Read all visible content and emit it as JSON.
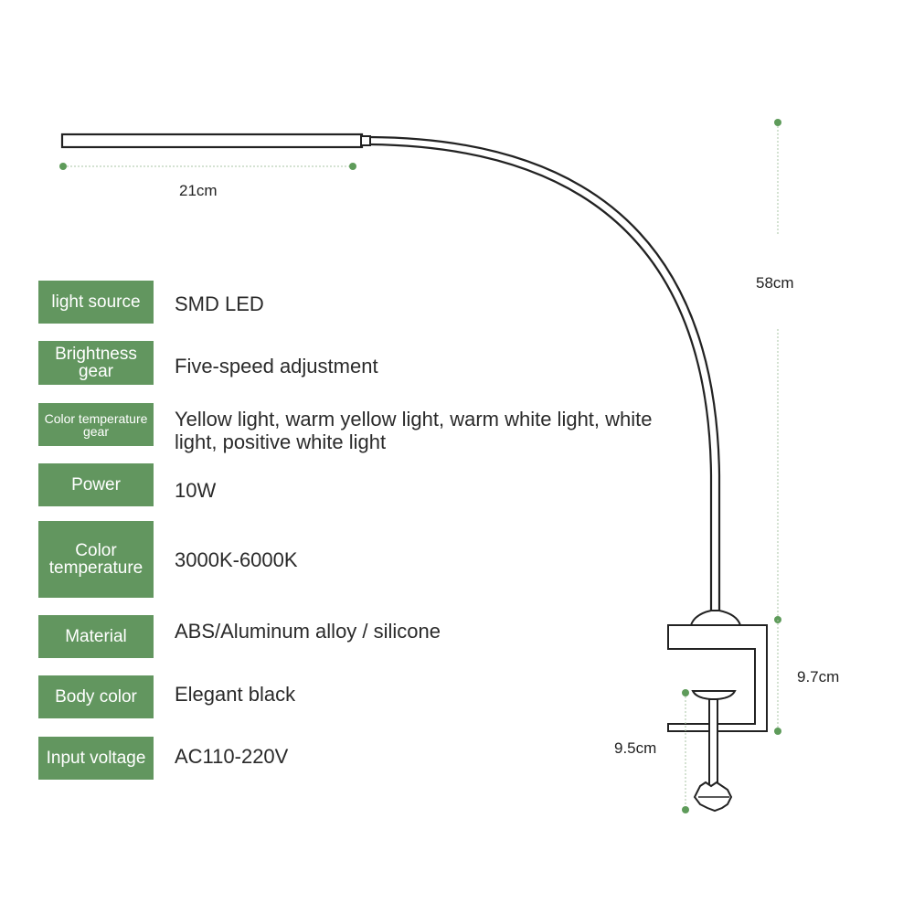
{
  "colors": {
    "label_bg": "#62965f",
    "dimension_dot": "#5e9b5a",
    "lamp_stroke": "#222222"
  },
  "dimensions": {
    "head_length": "21cm",
    "total_height": "58cm",
    "clamp_height": "9.7cm",
    "clamp_opening": "9.5cm"
  },
  "specs": [
    {
      "label": "light source",
      "value": "SMD LED"
    },
    {
      "label": "Brightness gear",
      "value": "Five-speed adjustment"
    },
    {
      "label": "Color temperature gear",
      "value": "Yellow light, warm yellow light, warm white light, white light, positive white light"
    },
    {
      "label": "Power",
      "value": "10W"
    },
    {
      "label": "Color temperature",
      "value": "3000K-6000K"
    },
    {
      "label": "Material",
      "value": "ABS/Aluminum alloy / silicone"
    },
    {
      "label": "Body color",
      "value": "Elegant black"
    },
    {
      "label": "Input voltage",
      "value": "AC110-220V"
    }
  ]
}
